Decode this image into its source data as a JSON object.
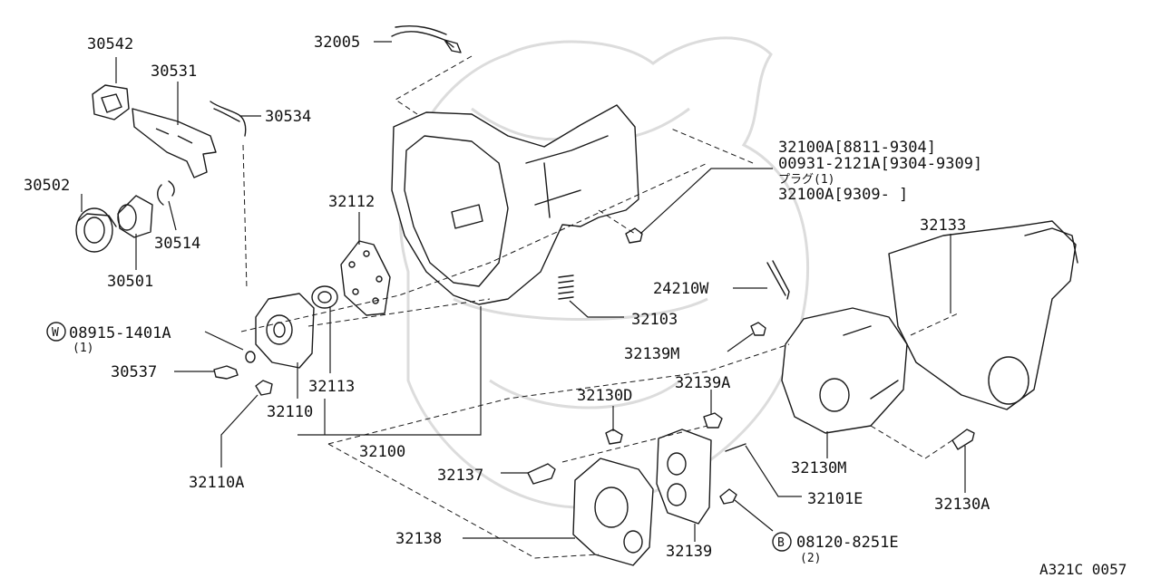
{
  "diagram_id": "A321C 0057",
  "parts": [
    {
      "id": "p30542",
      "num": "30542"
    },
    {
      "id": "p30531",
      "num": "30531"
    },
    {
      "id": "p30534",
      "num": "30534"
    },
    {
      "id": "p30502",
      "num": "30502"
    },
    {
      "id": "p30514",
      "num": "30514"
    },
    {
      "id": "p30501",
      "num": "30501"
    },
    {
      "id": "p32005",
      "num": "32005"
    },
    {
      "id": "p32112",
      "num": "32112"
    },
    {
      "id": "p24210W",
      "num": "24210W"
    },
    {
      "id": "p32103",
      "num": "32103"
    },
    {
      "id": "p32133",
      "num": "32133"
    },
    {
      "id": "p32139M",
      "num": "32139M"
    },
    {
      "id": "p30537",
      "num": "30537"
    },
    {
      "id": "p32113",
      "num": "32113"
    },
    {
      "id": "p32110",
      "num": "32110"
    },
    {
      "id": "p32100",
      "num": "32100"
    },
    {
      "id": "p32110A",
      "num": "32110A"
    },
    {
      "id": "p32130D",
      "num": "32130D"
    },
    {
      "id": "p32139A",
      "num": "32139A"
    },
    {
      "id": "p32137",
      "num": "32137"
    },
    {
      "id": "p32130M",
      "num": "32130M"
    },
    {
      "id": "p32101E",
      "num": "32101E"
    },
    {
      "id": "p32130A",
      "num": "32130A"
    },
    {
      "id": "p32138",
      "num": "32138"
    },
    {
      "id": "p32139",
      "num": "32139"
    }
  ],
  "plug_note": {
    "line1": "32100A[8811-9304]",
    "line2": "00931-2121A[9304-9309]",
    "line3": "プラグ(1)",
    "line4": "32100A[9309-     ]"
  },
  "washer": {
    "badge": "W",
    "num": "08915-1401A",
    "qty": "(1)"
  },
  "bolt": {
    "badge": "B",
    "num": "08120-8251E",
    "qty": "(2)"
  }
}
